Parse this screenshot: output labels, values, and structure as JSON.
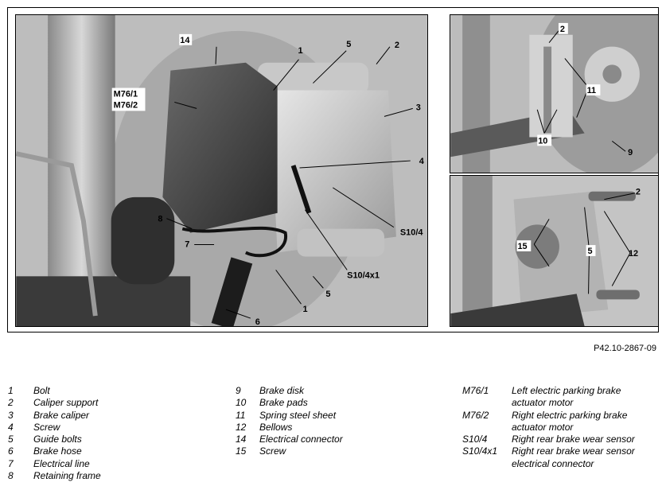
{
  "reference_code": "P42.10-2867-09",
  "callouts": {
    "main": [
      "14",
      "1",
      "5",
      "2",
      "M76/1",
      "M76/2",
      "3",
      "4",
      "S10/4",
      "8",
      "7",
      "S10/4x1",
      "5",
      "1",
      "6"
    ],
    "top_right": [
      "2",
      "11",
      "10",
      "9"
    ],
    "bottom_right": [
      "2",
      "15",
      "5",
      "12"
    ]
  },
  "legend": {
    "col1": [
      {
        "num": "1",
        "text": "Bolt"
      },
      {
        "num": "2",
        "text": "Caliper support"
      },
      {
        "num": "3",
        "text": "Brake caliper"
      },
      {
        "num": "4",
        "text": "Screw"
      },
      {
        "num": "5",
        "text": "Guide bolts"
      },
      {
        "num": "6",
        "text": "Brake hose"
      },
      {
        "num": "7",
        "text": "Electrical line"
      },
      {
        "num": "8",
        "text": "Retaining frame"
      }
    ],
    "col2": [
      {
        "num": "9",
        "text": "Brake disk"
      },
      {
        "num": "10",
        "text": "Brake pads"
      },
      {
        "num": "11",
        "text": "Spring steel sheet"
      },
      {
        "num": "12",
        "text": "Bellows"
      },
      {
        "num": "14",
        "text": "Electrical connector"
      },
      {
        "num": "15",
        "text": "Screw"
      }
    ],
    "col3": [
      {
        "num": "M76/1",
        "text": "Left electric parking brake actuator motor"
      },
      {
        "num": "M76/2",
        "text": "Right electric parking brake actuator motor"
      },
      {
        "num": "S10/4",
        "text": "Right rear brake wear sensor"
      },
      {
        "num": "S10/4x1",
        "text": "Right rear brake wear sensor electrical connector"
      }
    ]
  }
}
